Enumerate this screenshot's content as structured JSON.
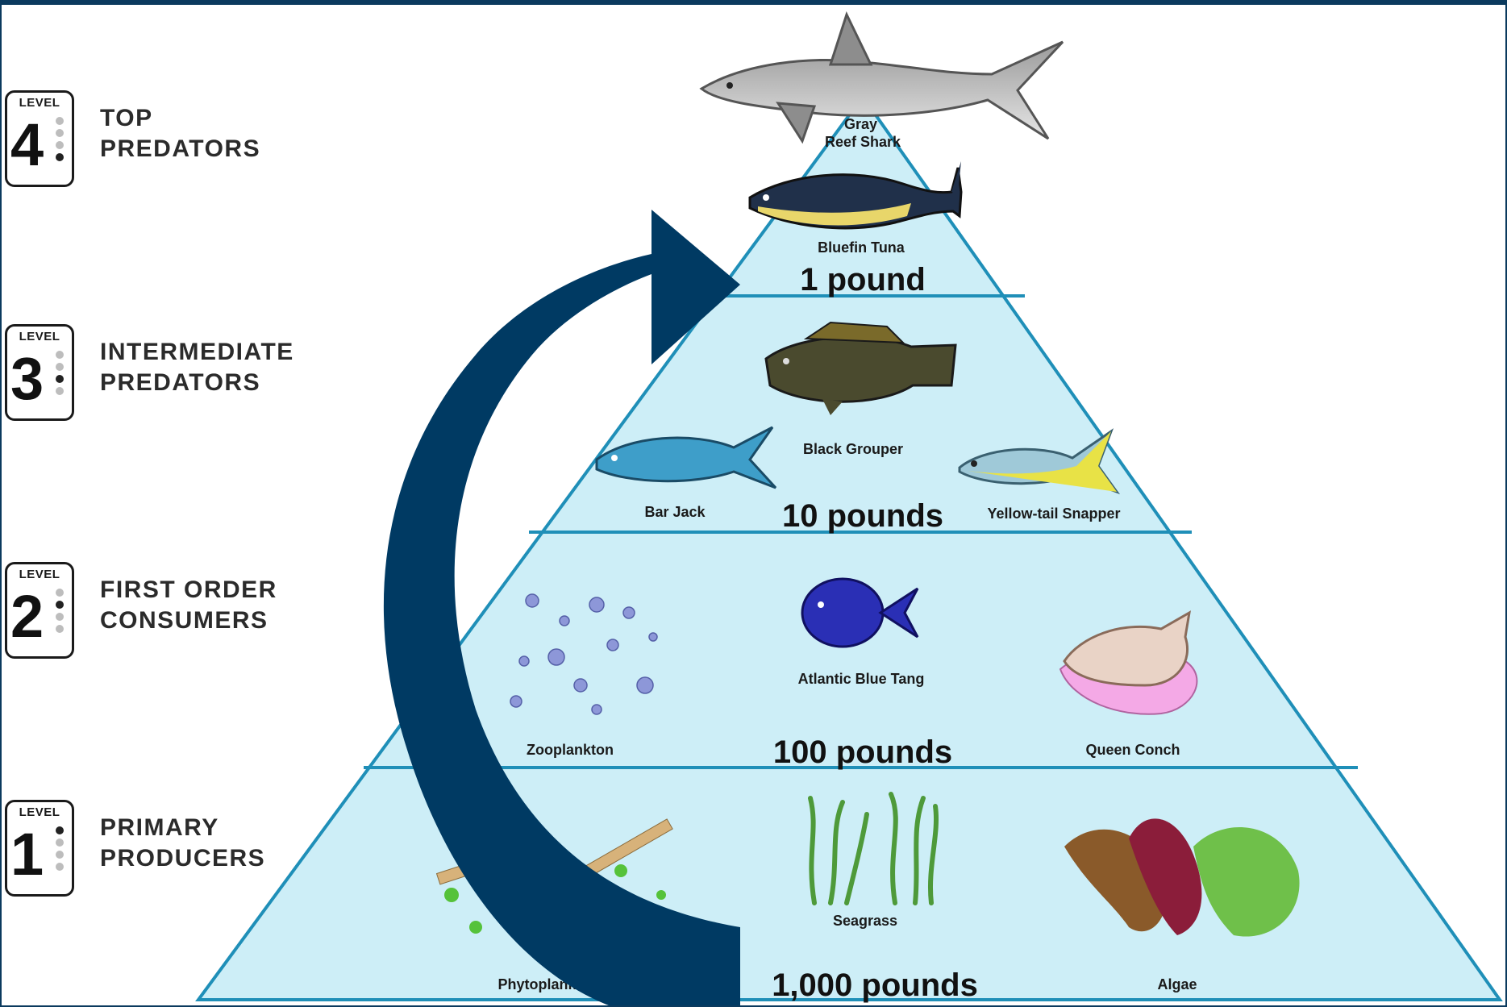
{
  "levels": [
    {
      "word": "LEVEL",
      "number": "4",
      "title": "TOP\nPREDATORS",
      "active_dot": 4
    },
    {
      "word": "LEVEL",
      "number": "3",
      "title": "INTERMEDIATE\nPREDATORS",
      "active_dot": 3
    },
    {
      "word": "LEVEL",
      "number": "2",
      "title": "FIRST ORDER\nCONSUMERS",
      "active_dot": 2
    },
    {
      "word": "LEVEL",
      "number": "1",
      "title": "PRIMARY\nPRODUCERS",
      "active_dot": 1
    }
  ],
  "pyramid": {
    "fill_color": "#cdeef7",
    "line_color": "#1f8fb8",
    "tiers": [
      {
        "amount": "1 pound",
        "organisms": [
          "Gray\nReef Shark",
          "Bluefin Tuna"
        ]
      },
      {
        "amount": "10 pounds",
        "organisms": [
          "Black Grouper",
          "Bar Jack",
          "Yellow-tail Snapper"
        ]
      },
      {
        "amount": "100 pounds",
        "organisms": [
          "Atlantic Blue Tang",
          "Zooplankton",
          "Queen Conch"
        ]
      },
      {
        "amount": "1,000 pounds",
        "organisms": [
          "Seagrass",
          "Phytoplankton",
          "Algae"
        ]
      }
    ]
  },
  "arrow_color": "#003a63",
  "frame_color": "#0b3a5e"
}
